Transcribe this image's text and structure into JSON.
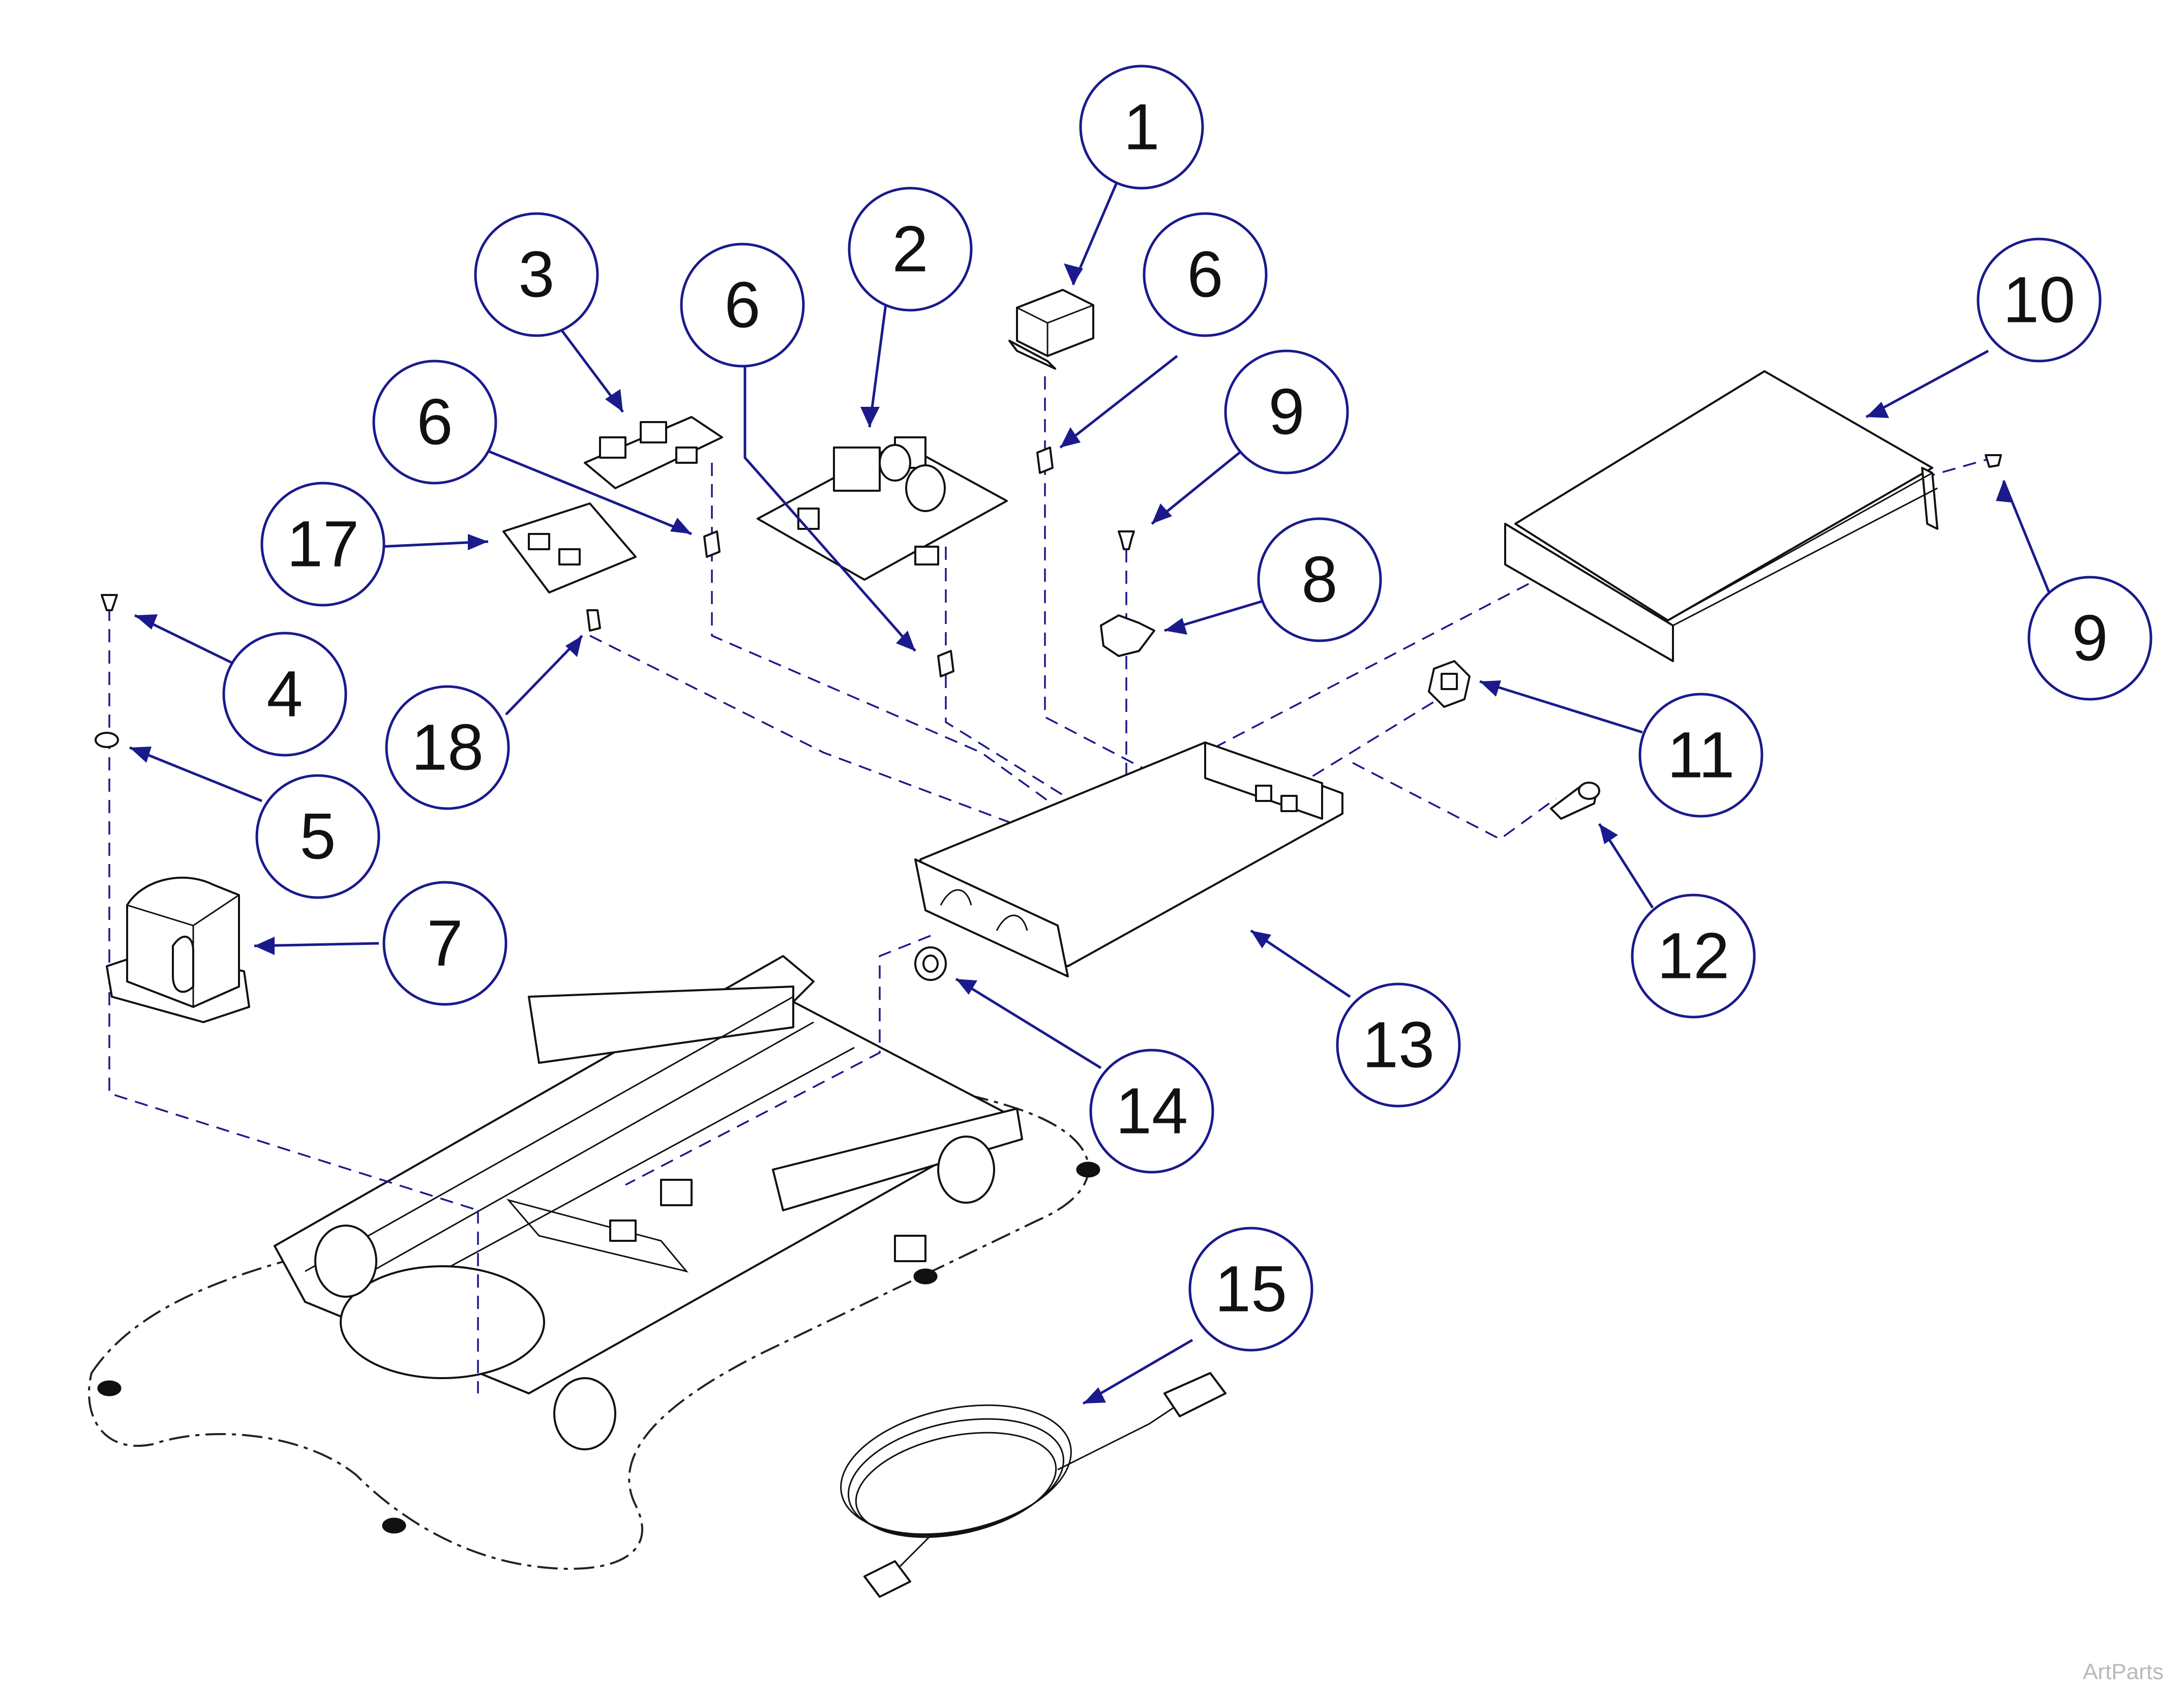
{
  "callouts": [
    {
      "id": "c1",
      "label": "1"
    },
    {
      "id": "c2",
      "label": "2"
    },
    {
      "id": "c3",
      "label": "3"
    },
    {
      "id": "c6a",
      "label": "6"
    },
    {
      "id": "c6b",
      "label": "6"
    },
    {
      "id": "c6c",
      "label": "6"
    },
    {
      "id": "c9a",
      "label": "9"
    },
    {
      "id": "c10",
      "label": "10"
    },
    {
      "id": "c17",
      "label": "17"
    },
    {
      "id": "c8",
      "label": "8"
    },
    {
      "id": "c9b",
      "label": "9"
    },
    {
      "id": "c4",
      "label": "4"
    },
    {
      "id": "c18",
      "label": "18"
    },
    {
      "id": "c11",
      "label": "11"
    },
    {
      "id": "c5",
      "label": "5"
    },
    {
      "id": "c7",
      "label": "7"
    },
    {
      "id": "c12",
      "label": "12"
    },
    {
      "id": "c13",
      "label": "13"
    },
    {
      "id": "c14",
      "label": "14"
    },
    {
      "id": "c15",
      "label": "15"
    }
  ],
  "watermark": "ArtParts",
  "colors": {
    "callout": "#1a1a8c",
    "line_art": "#111111",
    "watermark": "#b9b9b9"
  }
}
